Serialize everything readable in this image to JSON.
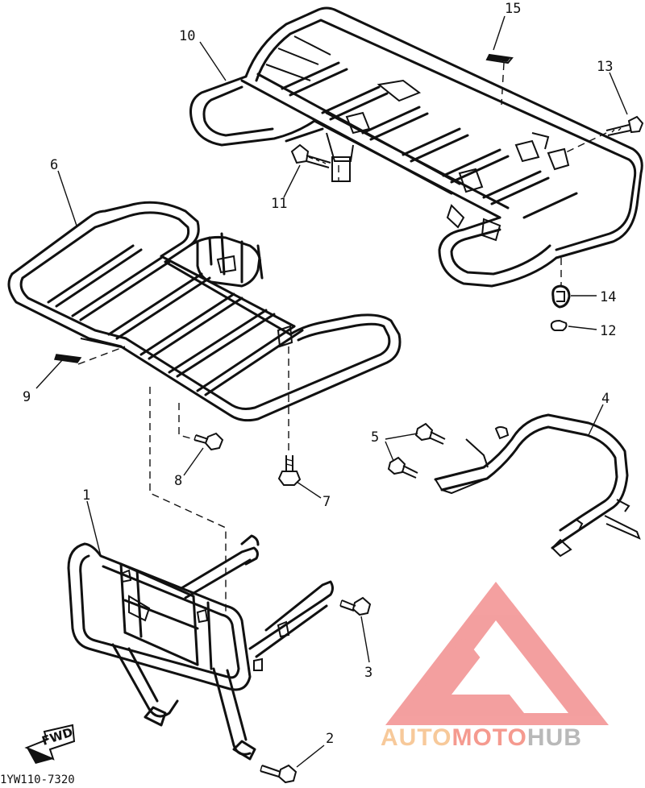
{
  "callouts": [
    {
      "id": "1",
      "label": "1"
    },
    {
      "id": "2",
      "label": "2"
    },
    {
      "id": "3",
      "label": "3"
    },
    {
      "id": "4",
      "label": "4"
    },
    {
      "id": "5",
      "label": "5"
    },
    {
      "id": "6",
      "label": "6"
    },
    {
      "id": "7",
      "label": "7"
    },
    {
      "id": "8",
      "label": "8"
    },
    {
      "id": "9",
      "label": "9"
    },
    {
      "id": "10",
      "label": "10"
    },
    {
      "id": "11",
      "label": "11"
    },
    {
      "id": "12",
      "label": "12"
    },
    {
      "id": "13",
      "label": "13"
    },
    {
      "id": "14",
      "label": "14"
    },
    {
      "id": "15",
      "label": "15"
    }
  ],
  "fwd_label": "FWD",
  "diagram_code": "1YW110-7320",
  "watermark": {
    "segments": [
      "AUTO",
      "MOTO",
      "HUB"
    ],
    "colors": {
      "auto": "#f7c99a",
      "moto": "#f59a8f",
      "hub": "#b9b9b9",
      "logo": "#f28f8f"
    }
  }
}
